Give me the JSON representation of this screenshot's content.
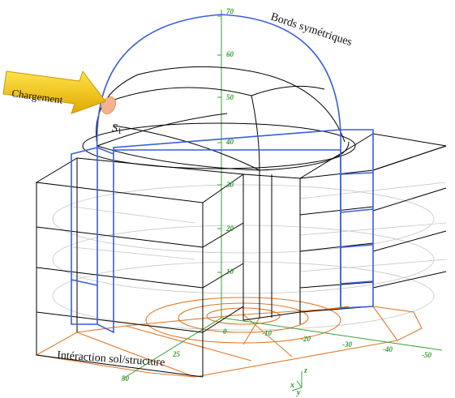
{
  "labels": {
    "edges": "Bords symétriques",
    "load": "Chargement",
    "point": "S",
    "point_sub": "1",
    "interaction": "Intéraction sol/structure"
  },
  "ticks": {
    "vertical": [
      "70",
      "60",
      "50",
      "40",
      "30",
      "20",
      "10",
      "0"
    ],
    "x_axis": [
      "0",
      "-10",
      "-20",
      "-30",
      "-40",
      "-50"
    ],
    "y_axis": [
      "25",
      "50"
    ]
  },
  "axes": {
    "x": "x",
    "y": "y",
    "z": "z"
  },
  "colors": {
    "blue": "#3a5ed9",
    "green": "#3aa23a",
    "orange": "#e07a2a",
    "grey": "#c8c8c8",
    "black": "#000000",
    "arrow_fill": "#f2c200",
    "point_fill": "#f4b38a"
  }
}
